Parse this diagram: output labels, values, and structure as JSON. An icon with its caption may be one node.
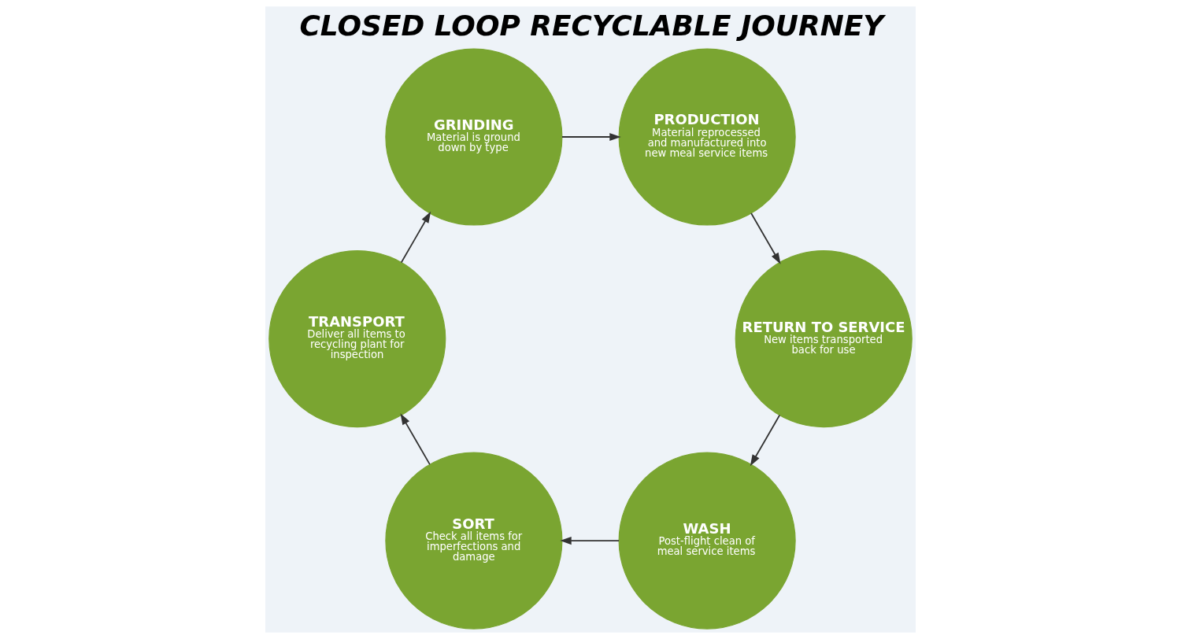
{
  "diagram": {
    "title": "CLOSED LOOP RECYCLABLE JOURNEY",
    "nodes": [
      {
        "text": [
          "WASH",
          "Post-flight clean of meal service items"
        ]
      },
      {
        "text": [
          "SORT",
          "Check all items for imperfections and damage"
        ]
      },
      {
        "text": [
          "TRANSPORT",
          "Deliver all items to recycling plant for inspection"
        ]
      },
      {
        "text": [
          "GRINDING",
          "Material is ground down by type"
        ]
      },
      {
        "text": [
          "PRODUCTION",
          "Material reprocessed and manufactured into new meal service items"
        ]
      },
      {
        "text": [
          "RETURN TO SERVICE",
          "New items transported back for use"
        ]
      }
    ],
    "edges": [
      {
        "from": 0,
        "to": 1,
        "arrow": "to"
      },
      {
        "from": 1,
        "to": 2,
        "arrow": "to"
      },
      {
        "from": 2,
        "to": 3,
        "arrow": "to"
      },
      {
        "from": 3,
        "to": 4,
        "arrow": "to"
      },
      {
        "from": 4,
        "to": 5,
        "arrow": "to"
      },
      {
        "from": 5,
        "to": 0,
        "arrow": "to"
      }
    ]
  }
}
